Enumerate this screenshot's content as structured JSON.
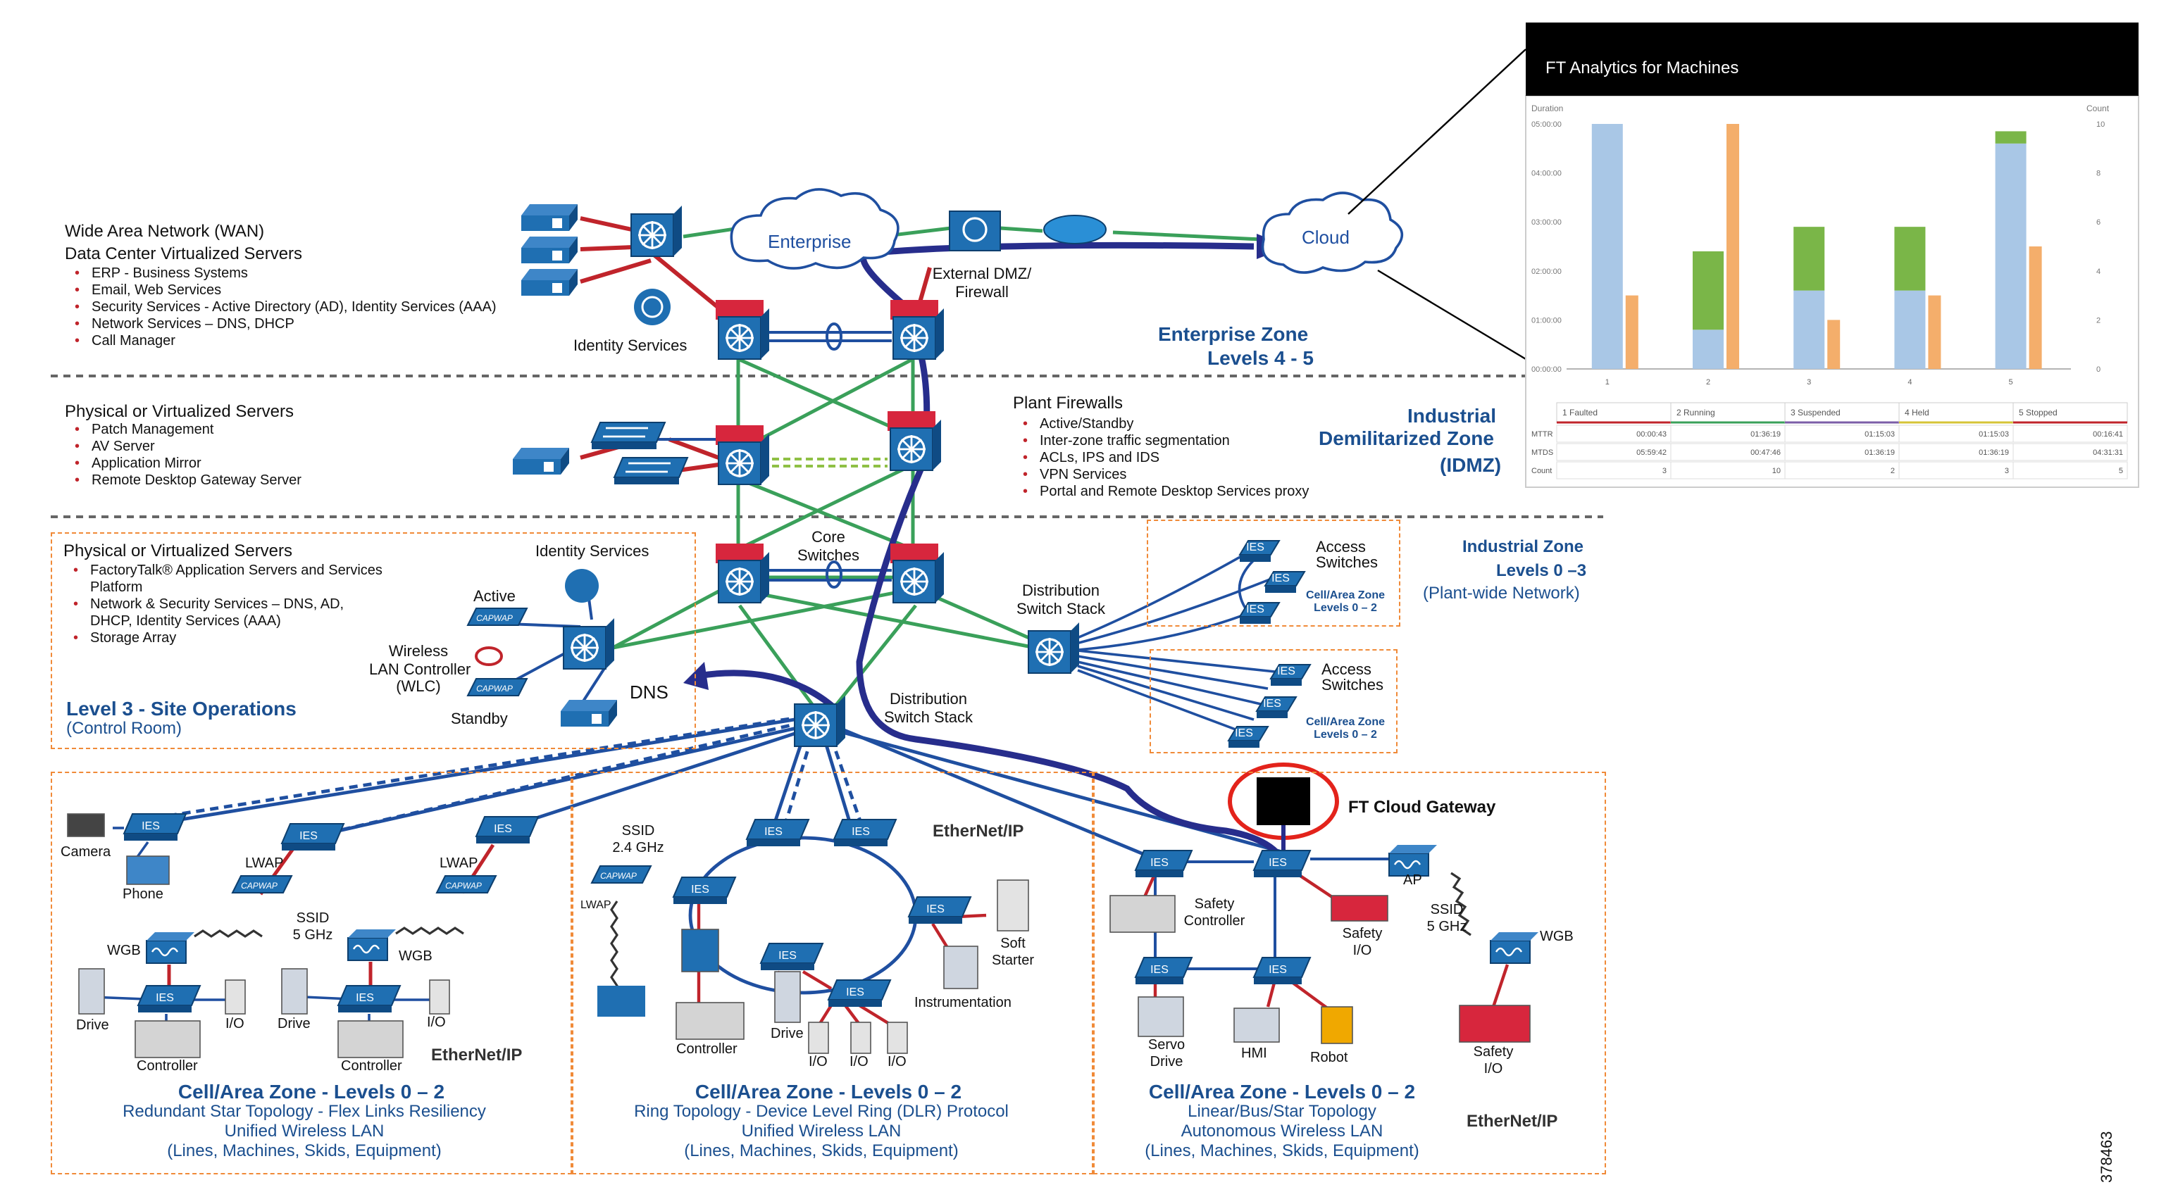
{
  "wan": {
    "title1": "Wide Area Network (WAN)",
    "title2": "Data Center Virtualized Servers",
    "items": [
      "ERP - Business Systems",
      "Email, Web Services",
      "Security Services - Active Directory (AD), Identity Services (AAA)",
      "Network Services – DNS, DHCP",
      "Call Manager"
    ]
  },
  "identity_services": "Identity Services",
  "enterprise_cloud": "Enterprise",
  "external_dmz": "External DMZ/\nFirewall",
  "cloud_label": "Cloud",
  "enterprise_zone": {
    "line1": "Enterprise Zone",
    "line2": "Levels 4 - 5"
  },
  "idmz_servers": {
    "title": "Physical or Virtualized Servers",
    "items": [
      "Patch Management",
      "AV Server",
      "Application Mirror",
      "Remote Desktop Gateway Server"
    ]
  },
  "plant_firewalls": {
    "title": "Plant Firewalls",
    "items": [
      "Active/Standby",
      "Inter-zone traffic segmentation",
      "ACLs, IPS and IDS",
      "VPN Services",
      "Portal and Remote Desktop Services proxy"
    ]
  },
  "idmz_zone": {
    "line1": "Industrial",
    "line2": "Demilitarized Zone",
    "line3": "(IDMZ)"
  },
  "site_servers": {
    "title": "Physical or Virtualized Servers",
    "items": [
      "FactoryTalk® Application Servers and Services Platform",
      "Network & Security Services – DNS, AD, DHCP, Identity Services (AAA)",
      "Storage Array"
    ]
  },
  "identity_services_2": "Identity Services",
  "active": "Active",
  "wlc": "Wireless\nLAN Controller\n(WLC)",
  "standby": "Standby",
  "dns": "DNS",
  "level3": {
    "title": "Level 3 - Site Operations",
    "sub": "(Control Room)"
  },
  "core_switches": "Core\nSwitches",
  "distribution_switch_stack_1": "Distribution\nSwitch Stack",
  "distribution_switch_stack_2": "Distribution\nSwitch Stack",
  "access_switches_1": "Access\nSwitches",
  "access_switches_2": "Access\nSwitches",
  "cell_zone_small": "Cell/Area Zone\nLevels 0 – 2",
  "industrial_zone": {
    "line1": "Industrial Zone",
    "line2": "Levels 0 –3",
    "line3": "(Plant-wide Network)"
  },
  "ft_cloud_gateway": "FT Cloud Gateway",
  "ies": "IES",
  "camera": "Camera",
  "phone": "Phone",
  "lwap": "LWAP",
  "ssid_5": "SSID\n5 GHz",
  "ssid_24": "SSID\n2.4 GHz",
  "wgb": "WGB",
  "drive": "Drive",
  "io": "I/O",
  "controller": "Controller",
  "soft_starter": "Soft\nStarter",
  "instrumentation": "Instrumentation",
  "safety_controller": "Safety\nController",
  "safety_io": "Safety\nI/O",
  "ap": "AP",
  "servo_drive": "Servo\nDrive",
  "hmi": "HMI",
  "robot": "Robot",
  "capwap": "CAPWAP",
  "ethernet_ip": "EtherNet/IP",
  "cell1": {
    "title": "Cell/Area Zone - Levels 0 – 2",
    "l1": "Redundant Star Topology - Flex Links Resiliency",
    "l2": "Unified Wireless LAN",
    "l3": "(Lines, Machines, Skids, Equipment)"
  },
  "cell2": {
    "title": "Cell/Area Zone - Levels 0 – 2",
    "l1": "Ring Topology - Device Level Ring (DLR) Protocol",
    "l2": "Unified Wireless LAN",
    "l3": "(Lines, Machines, Skids, Equipment)"
  },
  "cell3": {
    "title": "Cell/Area Zone - Levels 0 – 2",
    "l1": "Linear/Bus/Star Topology",
    "l2": "Autonomous Wireless LAN",
    "l3": "(Lines, Machines, Skids, Equipment)"
  },
  "figure_id": "378463",
  "ft_panel": {
    "title": "FT Analytics for Machines",
    "left_axis_title": "Duration",
    "right_axis_title": "Count",
    "left_ticks": [
      "05:00:00",
      "04:00:00",
      "03:00:00",
      "02:00:00",
      "01:00:00",
      "00:00:00"
    ],
    "right_ticks": [
      "10",
      "8",
      "6",
      "4",
      "2",
      "0"
    ],
    "table_headers": [
      "1 Faulted",
      "2 Running",
      "3 Suspended",
      "4 Held",
      "5 Stopped"
    ],
    "table_rows": [
      {
        "label": "MTTR",
        "cells": [
          "00:00:43",
          "01:36:19",
          "01:15:03",
          "01:15:03",
          "00:16:41"
        ]
      },
      {
        "label": "MTDS",
        "cells": [
          "05:59:42",
          "00:47:46",
          "01:36:19",
          "01:36:19",
          "04:31:31"
        ]
      },
      {
        "label": "Count",
        "cells": [
          "3",
          "10",
          "2",
          "3",
          "5"
        ]
      }
    ]
  },
  "colors": {
    "accent_blue": "#1b4f8f",
    "zone_orange": "#f08a38",
    "link_red": "#c0242b",
    "link_green": "#3aa05a",
    "path_navy": "#272d8c"
  },
  "chart_data": {
    "type": "bar",
    "title": "FT Analytics for Machines",
    "categories": [
      "1",
      "2",
      "3",
      "4",
      "5"
    ],
    "y_left_label": "Duration",
    "y_right_label": "Count",
    "y_left_range": [
      "00:00:00",
      "05:00:00"
    ],
    "y_right_range": [
      0,
      10
    ],
    "series": [
      {
        "name": "Duration (light blue)",
        "values_hours": [
          5.0,
          0.8,
          1.6,
          1.6,
          4.6
        ],
        "color": "#a9c7e6"
      },
      {
        "name": "Duration (green)",
        "values_hours": [
          0,
          1.6,
          1.3,
          1.3,
          0.25
        ],
        "color": "#7ab648"
      },
      {
        "name": "Count (orange)",
        "values": [
          3,
          10,
          2,
          3,
          5
        ],
        "color": "#f4ae6b"
      }
    ],
    "grid": false
  }
}
